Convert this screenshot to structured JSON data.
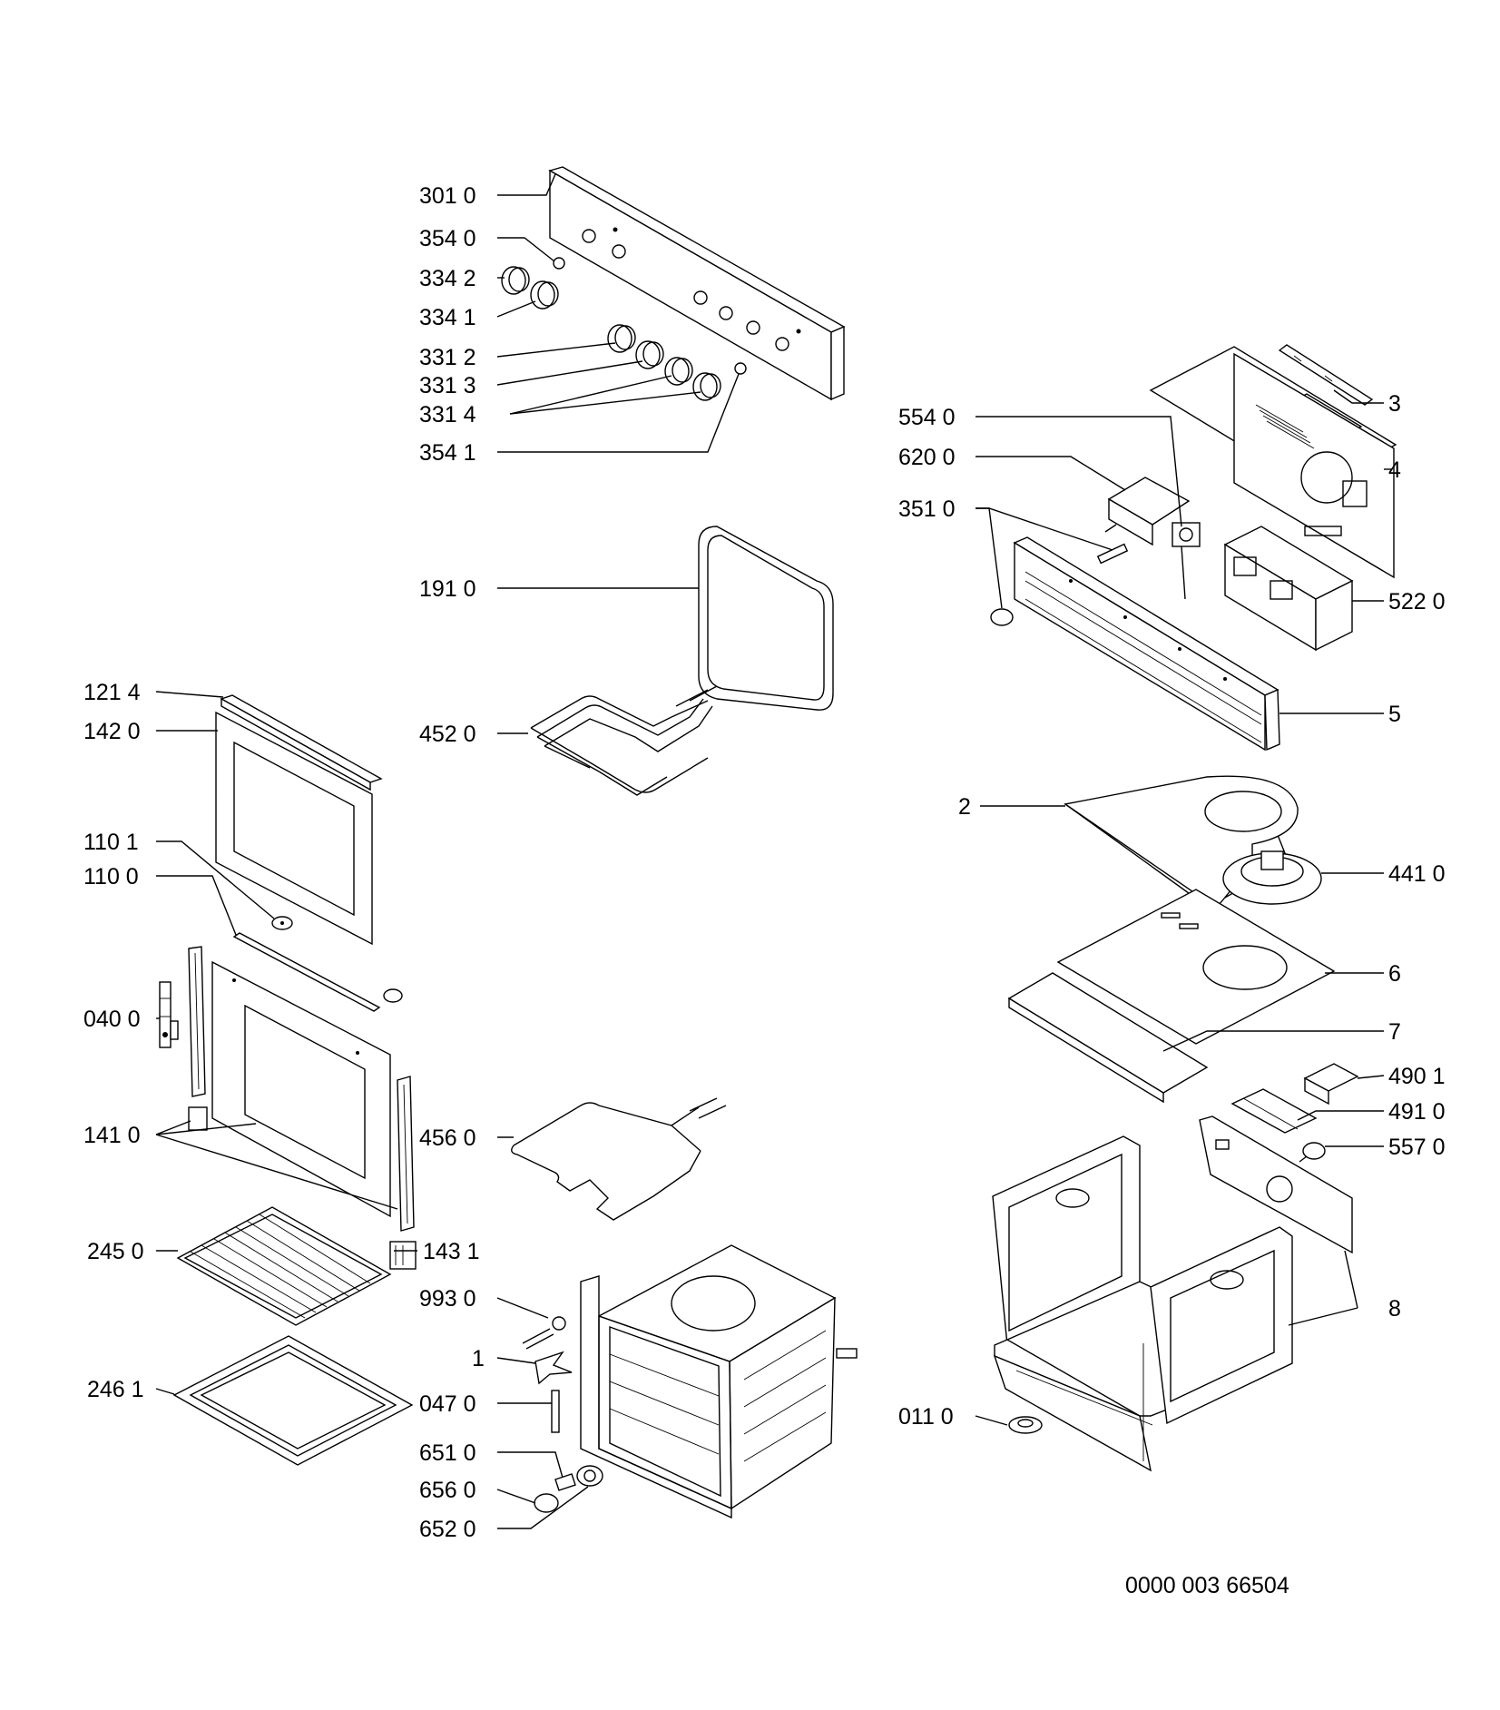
{
  "labels": {
    "l_3010": "301 0",
    "l_3540": "354 0",
    "l_3342": "334 2",
    "l_3341": "334 1",
    "l_3312": "331 2",
    "l_3313": "331 3",
    "l_3314": "331 4",
    "l_3541": "354 1",
    "l_1910": "191 0",
    "l_4520": "452 0",
    "l_1214": "121 4",
    "l_1420": "142 0",
    "l_1101": "110 1",
    "l_1100": "110 0",
    "l_0400": "040 0",
    "l_1410": "141 0",
    "l_4560": "456 0",
    "l_2450": "245 0",
    "l_1431": "143 1",
    "l_9930": "993 0",
    "l_1": "1",
    "l_2461": "246 1",
    "l_0470": "047 0",
    "l_6510": "651 0",
    "l_6560": "656 0",
    "l_6520": "652 0",
    "l_5540": "554 0",
    "l_6200": "620 0",
    "l_3510": "351 0",
    "l_3": "3",
    "l_4": "4",
    "l_5220": "522 0",
    "l_5": "5",
    "l_2": "2",
    "l_4410": "441 0",
    "l_6": "6",
    "l_7": "7",
    "l_4901": "490 1",
    "l_4910": "491 0",
    "l_5570": "557 0",
    "l_8": "8",
    "l_0110": "011 0"
  },
  "drawing_number": "0000 003 66504"
}
